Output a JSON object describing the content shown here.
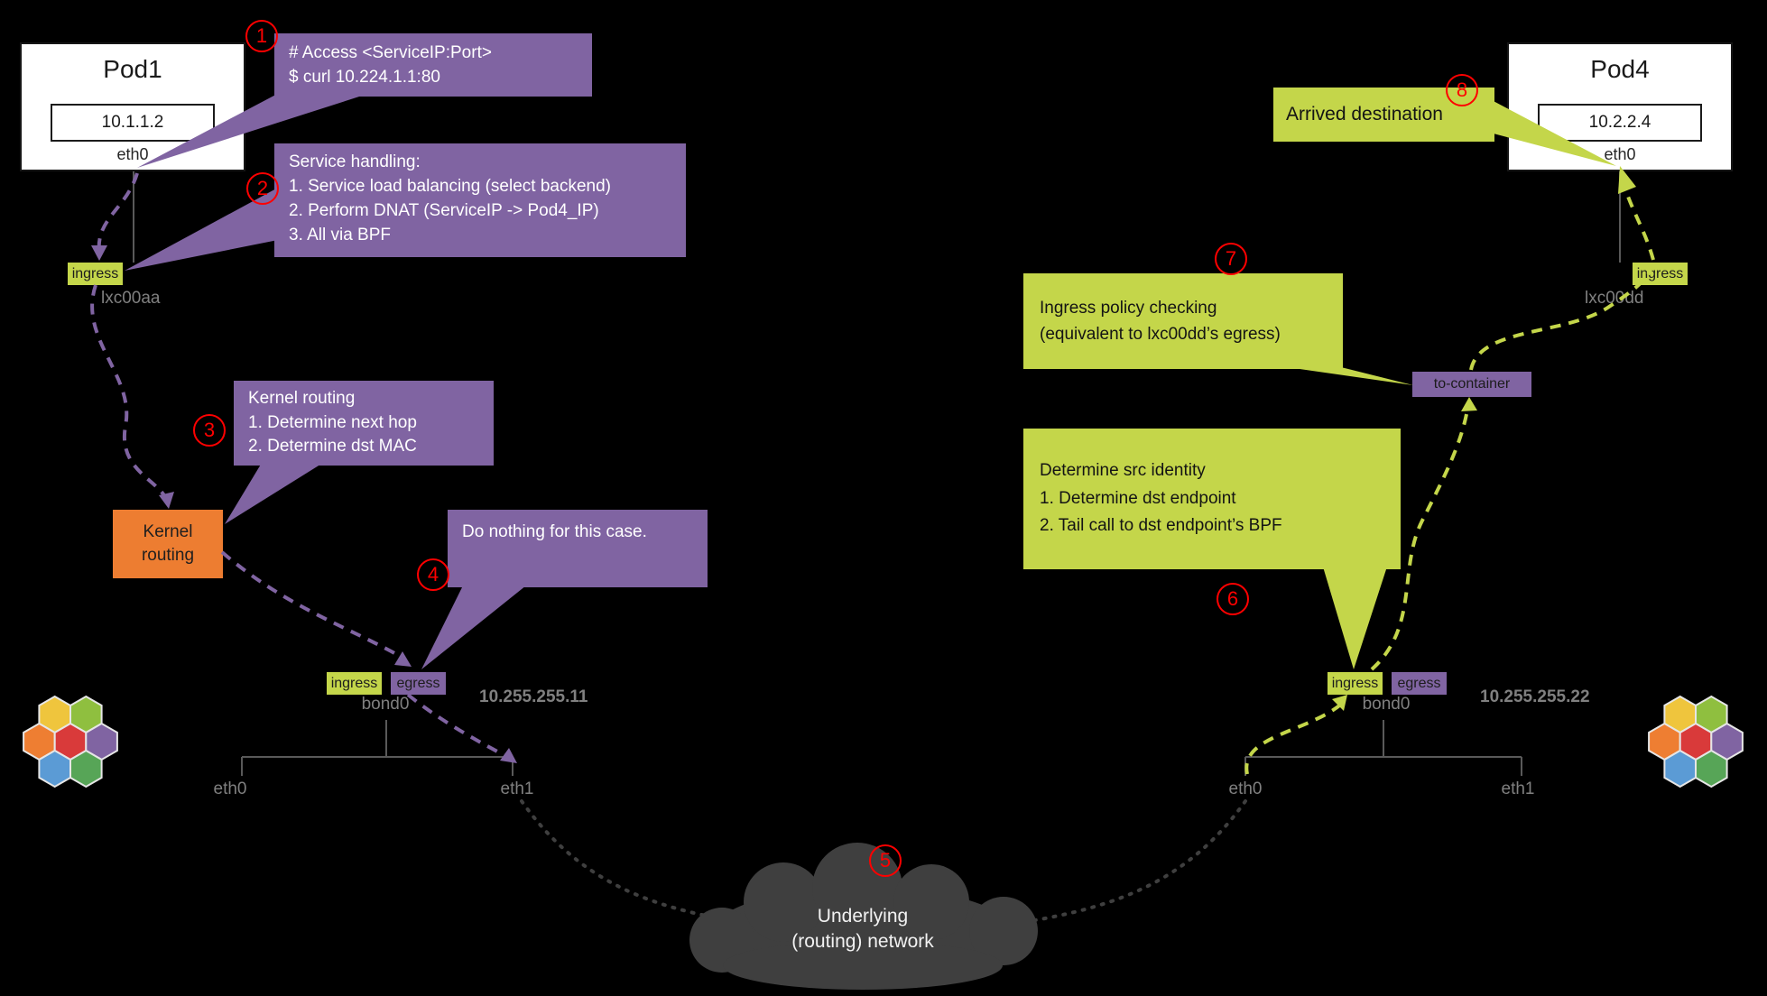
{
  "colors": {
    "purple": "#8064A2",
    "green": "#C4D64A",
    "orange": "#ED7D31",
    "badge_red": "#FF0000",
    "gray_text": "#808080",
    "cloud_gray": "#3F3F3F"
  },
  "pods": {
    "pod1": {
      "title": "Pod1",
      "ip": "10.1.1.2",
      "iface": "eth0"
    },
    "pod4": {
      "title": "Pod4",
      "ip": "10.2.2.4",
      "iface": "eth0"
    }
  },
  "steps": {
    "s1": "1",
    "s2": "2",
    "s3": "3",
    "s4": "4",
    "s5": "5",
    "s6": "6",
    "s7": "7",
    "s8": "8"
  },
  "callouts": {
    "access": {
      "line1": "# Access <ServiceIP:Port>",
      "line2": "$ curl 10.224.1.1:80"
    },
    "service_handling": {
      "title": "Service handling:",
      "item1": "1. Service load balancing (select backend)",
      "item2": "2. Perform DNAT (ServiceIP -> Pod4_IP)",
      "item3": "3. All via BPF"
    },
    "kernel_routing": {
      "title": "Kernel routing",
      "item1": "1. Determine next hop",
      "item2": "2. Determine dst MAC"
    },
    "do_nothing": {
      "text": "Do nothing for this case."
    },
    "src_identity": {
      "title": "Determine src identity",
      "item1": "1. Determine dst endpoint",
      "item2": "2. Tail call to dst endpoint’s BPF"
    },
    "ingress_policy": {
      "line1": "Ingress policy checking",
      "line2": "(equivalent to lxc00dd’s egress)"
    },
    "arrived": {
      "text": "Arrived destination"
    }
  },
  "kernel_box": {
    "line1": "Kernel",
    "line2": "routing"
  },
  "cloud": {
    "line1": "Underlying",
    "line2": "(routing) network"
  },
  "to_container_label": "to-container",
  "host1": {
    "pod_if_chip": "ingress",
    "pod_if": "lxc00aa",
    "nic_ingress": "ingress",
    "nic_egress": "egress",
    "bond": "bond0",
    "ip": "10.255.255.11",
    "eth0": "eth0",
    "eth1": "eth1"
  },
  "host2": {
    "pod_if_chip": "ingress",
    "pod_if": "lxc00dd",
    "nic_ingress": "ingress",
    "nic_egress": "egress",
    "bond": "bond0",
    "ip": "10.255.255.22",
    "eth0": "eth0",
    "eth1": "eth1"
  }
}
